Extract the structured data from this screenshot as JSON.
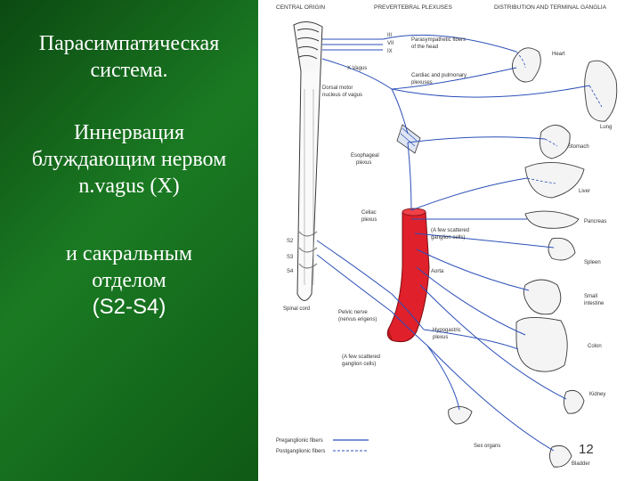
{
  "left_panel": {
    "title_line1": "Парасимпатическая",
    "title_line2": "система.",
    "body_line1": "Иннервация",
    "body_line2": "блуждающим нервом",
    "body_line3": "n.vagus (X)",
    "tail_line1": "и сакральным",
    "tail_line2": "отделом",
    "tail_line3": "(S2-S4)"
  },
  "diagram": {
    "headers": {
      "central_origin": "CENTRAL ORIGIN",
      "prevertebral_plexuses": "PREVERTEBRAL PLEXUSES",
      "distribution": "DISTRIBUTION AND TERMINAL GANGLIA"
    },
    "labels": {
      "cn3": "III",
      "cn7": "VII",
      "cn9": "IX",
      "parasympathetic_head_1": "Parasympathetic fibers",
      "parasympathetic_head_2": "of the head",
      "vagus": "X Vagus",
      "cardiac_1": "Cardiac and pulmonary",
      "cardiac_2": "plexuses",
      "dorsal_motor_1": "Dorsal motor",
      "dorsal_motor_2": "nucleus of vagus",
      "esophageal_1": "Esophageal",
      "esophageal_2": "plexus",
      "celiac_1": "Celiac",
      "celiac_2": "plexus",
      "scattered1_1": "(A few scattered",
      "scattered1_2": "ganglion cells)",
      "aorta": "Aorta",
      "s2": "S2",
      "s3": "S3",
      "s4": "S4",
      "spinal_cord": "Spinal cord",
      "pelvic_1": "Pelvic nerve",
      "pelvic_2": "(nervus erigens)",
      "hypogastric_1": "Hypogastric",
      "hypogastric_2": "plexus",
      "scattered2_1": "(A few scattered",
      "scattered2_2": "ganglion cells)",
      "heart": "Heart",
      "lung": "Lung",
      "stomach": "Stomach",
      "liver": "Liver",
      "pancreas": "Pancreas",
      "spleen": "Spleen",
      "small_intestine_1": "Small",
      "small_intestine_2": "intestine",
      "colon": "Colon",
      "kidney": "Kidney",
      "sex_organs": "Sex organs",
      "bladder": "Bladder"
    },
    "legend": {
      "pre": "Preganglionic fibers",
      "post": "Postganglionic fibers"
    },
    "colors": {
      "nerve": "#2b4fb8",
      "aorta": "#e0202a",
      "outline": "#3a3a3a"
    }
  },
  "page_number": "12"
}
